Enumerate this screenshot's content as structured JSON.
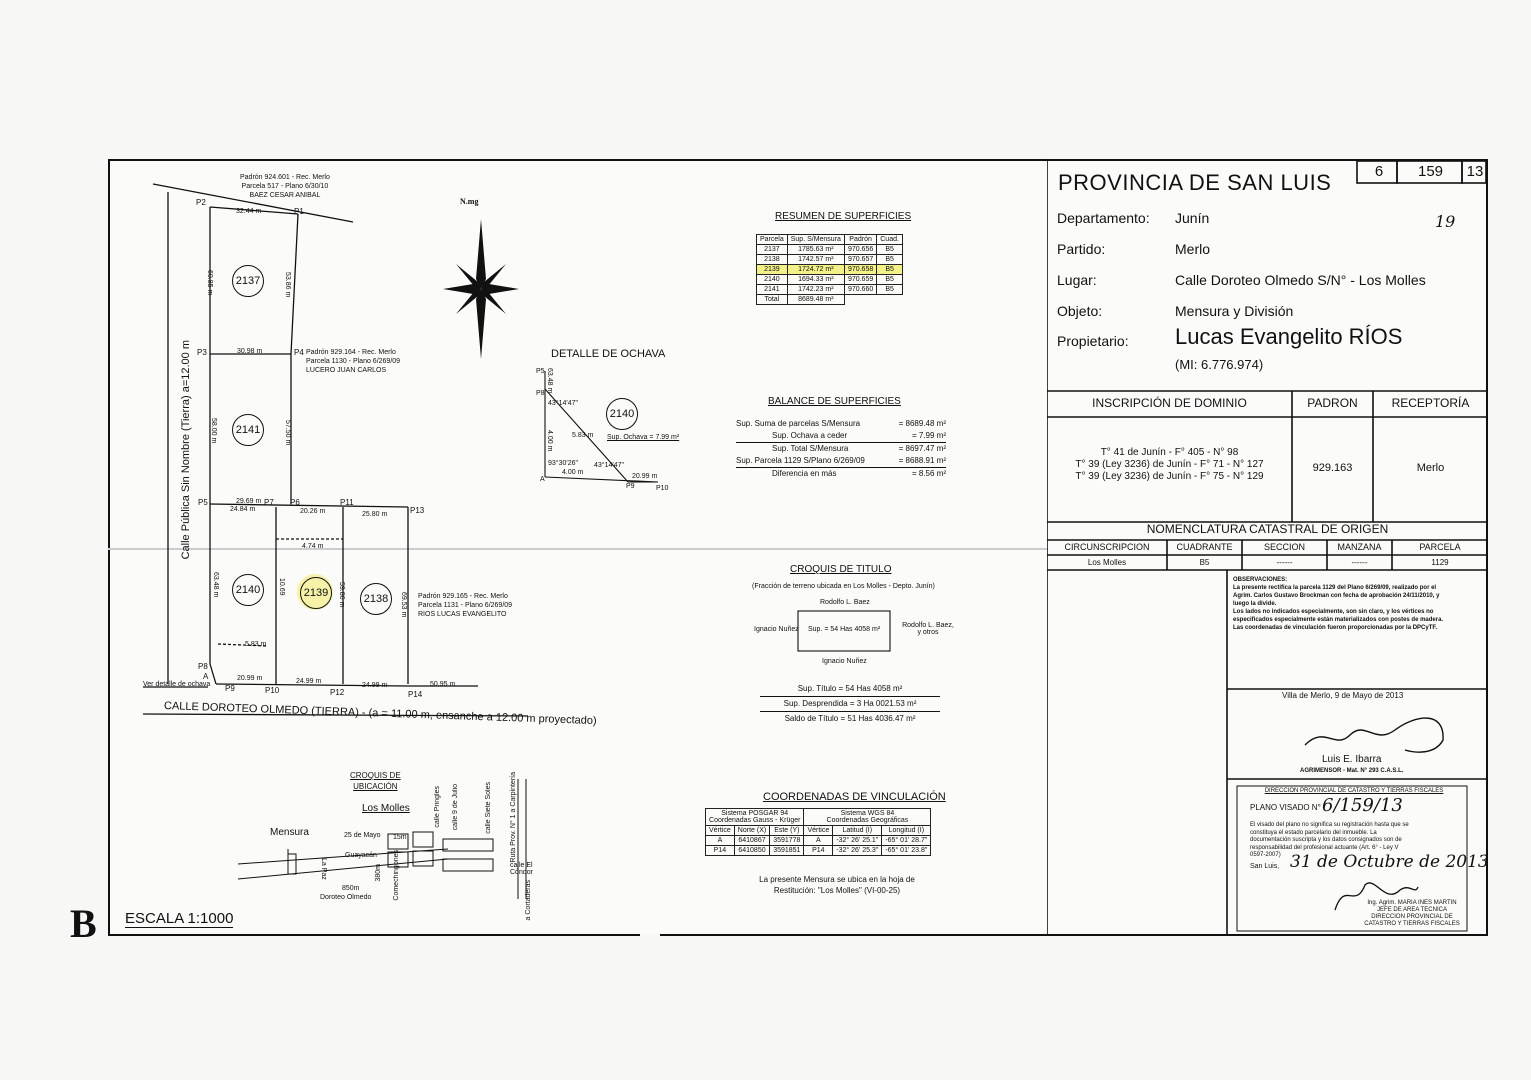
{
  "sheet_letter": "B",
  "escala": "ESCALA 1:1000",
  "north": "N.mg",
  "header": {
    "province": "PROVINCIA DE SAN LUIS",
    "code": [
      "6",
      "159",
      "13"
    ],
    "handwritten": "19",
    "rows": [
      {
        "label": "Departamento:",
        "value": "Junín"
      },
      {
        "label": "Partido:",
        "value": "Merlo"
      },
      {
        "label": "Lugar:",
        "value": "Calle Doroteo Olmedo S/N° - Los Molles"
      },
      {
        "label": "Objeto:",
        "value": "Mensura y División"
      }
    ],
    "owner_label": "Propietario:",
    "owner": "Lucas Evangelito RÍOS",
    "owner_id": "(MI: 6.776.974)"
  },
  "dominio": {
    "h1": "INSCRIPCIÓN DE DOMINIO",
    "h2": "PADRON",
    "h3": "RECEPTORÍA",
    "lines": [
      "T° 41 de Junín - F° 405 - N° 98",
      "T° 39 (Ley 3236) de Junín - F° 71 - N° 127",
      "T° 39 (Ley 3236) de Junín - F° 75 - N° 129"
    ],
    "padron": "929.163",
    "receptoria": "Merlo"
  },
  "nomenclatura": {
    "title": "NOMENCLATURA CATASTRAL DE ORIGEN",
    "headers": [
      "CIRCUNSCRIPCION",
      "CUADRANTE",
      "SECCION",
      "MANZANA",
      "PARCELA"
    ],
    "values": [
      "Los Molles",
      "B5",
      "------",
      "------",
      "1129"
    ]
  },
  "observaciones": {
    "title": "OBSERVACIONES:",
    "lines": [
      "La presente rectifica la parcela 1129 del Plano 6/269/09, realizado por el",
      "Agrim. Carlos Gustavo Brockman con fecha de aprobación 24/11/2010, y",
      "luego la divide.",
      "Los lados no indicados especialmente, son sin claro, y los vértices no",
      "especificados especialmente están materializados con postes de madera.",
      "Las coordenadas de vinculación fueron proporcionadas por la DPCyTF."
    ]
  },
  "firma": {
    "place_date": "Villa de Merlo, 9 de Mayo de 2013",
    "name": "Luis E. Ibarra",
    "title": "AGRIMENSOR - Mat. N° 293 C.A.S.L."
  },
  "stamp": {
    "line1": "DIRECCION PROVINCIAL DE CATASTRO Y TIERRAS FISCALES",
    "visado_label": "PLANO VISADO N°",
    "visado_num": "6/159/13",
    "text": [
      "El visado del plano no significa su registración hasta que se",
      "constituya el estado parcelario del inmueble. La",
      "documentación suscripta y los datos consignados son de",
      "responsabilidad del profesional actuante (Art. 6° - Ley V",
      "0597-2007)"
    ],
    "place": "San Luis,",
    "date": "31 de Octubre de 2013",
    "signer": [
      "Ing. Agrim. MARIA INES MARTIN",
      "JEFE DE AREA TECNICA",
      "DIRECCION PROVINCIAL DE",
      "CATASTRO Y TIERRAS FISCALES"
    ]
  },
  "resumen": {
    "title": "RESUMEN DE SUPERFICIES",
    "headers": [
      "Parcela",
      "Sup. S/Mensura",
      "Padrón",
      "Cuad."
    ],
    "rows": [
      [
        "2137",
        "1785.63 m²",
        "970.656",
        "B5"
      ],
      [
        "2138",
        "1742.57 m²",
        "970.657",
        "B5"
      ],
      [
        "2139",
        "1724.72 m²",
        "970.658",
        "B5"
      ],
      [
        "2140",
        "1694.33 m²",
        "970.659",
        "B5"
      ],
      [
        "2141",
        "1742.23 m²",
        "970.660",
        "B5"
      ]
    ],
    "total_label": "Total",
    "total": "8689.48 m²"
  },
  "balance": {
    "title": "BALANCE DE SUPERFICIES",
    "rows": [
      [
        "Sup. Suma de parcelas S/Mensura",
        "= 8689.48 m²"
      ],
      [
        "Sup. Ochava a ceder",
        "= 7.99 m²"
      ],
      [
        "Sup. Total S/Mensura",
        "= 8697.47 m²"
      ],
      [
        "Sup. Parcela 1129 S/Plano 6/269/09",
        "= 8688.91 m²"
      ],
      [
        "Diferencia en más",
        "= 8.56 m²"
      ]
    ]
  },
  "ochava": {
    "title": "DETALLE DE OCHAVA",
    "parcel": "2140",
    "sup": "Sup. Ochava = 7.99 m²",
    "labels": [
      "P5",
      "P8",
      "A",
      "P9",
      "P10",
      "63.48 m",
      "4.00 m",
      "5.83 m",
      "4.00 m",
      "20.99 m",
      "43°14'47\"",
      "43°14'47\"",
      "93°30'26\""
    ]
  },
  "croquis_titulo": {
    "title": "CROQUIS DE TITULO",
    "subtitle": "(Fracción de terreno ubicada en Los Molles - Depto. Junín)",
    "north": "Rodolfo L. Baez",
    "west": "Ignacio Nuñez",
    "box": "Sup. = 54 Has 4058 m²",
    "east": "Rodolfo L. Baez, y otros",
    "south": "Ignacio Nuñez",
    "lines": [
      "Sup. Título = 54 Has 4058 m²",
      "Sup. Desprendida = 3 Ha 0021.53 m²",
      "Saldo de Título = 51 Has 4036.47 m²"
    ]
  },
  "coordenadas": {
    "title": "COORDENADAS DE VINCULACIÓN",
    "sys1": "Sistema POSGAR 94",
    "sys1b": "Coordenadas Gauss - Krüger",
    "sys2": "Sistema WGS 84",
    "sys2b": "Coordenadas Geográficas",
    "headers": [
      "Vértice",
      "Norte (X)",
      "Este (Y)",
      "Vértice",
      "Latitud (I)",
      "Longitud (I)"
    ],
    "rows": [
      [
        "A",
        "6410867",
        "3591778",
        "A",
        "-32° 26' 25.1\"",
        "-65° 01' 28.7\""
      ],
      [
        "P14",
        "6410850",
        "3591851",
        "P14",
        "-32° 26' 25.3\"",
        "-65° 01' 23.8\""
      ]
    ],
    "note1": "La presente Mensura se ubica en la hoja de",
    "note2": "Restitución: \"Los Molles\" (VI-00-25)"
  },
  "ubicacion": {
    "title1": "CROQUIS DE",
    "title2": "UBICACIÓN",
    "place": "Los Molles",
    "labels": [
      "Mensura",
      "25 de Mayo",
      "Guayacán",
      "La Paz",
      "850m",
      "Doroteo Olmedo",
      "380m",
      "Comechingones",
      "calle Pringles",
      "calle 9 de Julio",
      "calle Siete Soles",
      "Ruta Prov. N° 1 a Carpintería",
      "calle El Cóndor",
      "a Cortaderas",
      "15m"
    ]
  },
  "plano": {
    "parcels": [
      "2137",
      "2141",
      "2140",
      "2139",
      "2138"
    ],
    "neighbor_top": [
      "Padrón 924.601 - Rec. Merlo",
      "Parcela 517 - Plano 6/30/10",
      "BAEZ CESAR ANIBAL"
    ],
    "neighbor_mid": [
      "Padrón 929.164 - Rec. Merlo",
      "Parcela 1130 - Plano 6/269/09",
      "LUCERO JUAN CARLOS"
    ],
    "neighbor_right": [
      "Padrón 929.165 - Rec. Merlo",
      "Parcela 1131 - Plano 6/269/09",
      "RIOS LUCAS EVANGELITO"
    ],
    "street_west": "Calle Pública Sin Nombre (Tierra) a=12.00 m",
    "street_south": "CALLE DOROTEO OLMEDO (TIERRA) - (a = 11.00 m, ensanche a 12.00 m proyectado)",
    "ochava_note": "Ver detalle de ochava",
    "points": [
      "P1",
      "P2",
      "P3",
      "P4",
      "P5",
      "P7",
      "P6",
      "P11",
      "P13",
      "P8",
      "A",
      "P9",
      "P10",
      "P12",
      "P14"
    ],
    "dims": [
      "32.44 m",
      "30.98 m",
      "29.69 m",
      "24.84 m",
      "20.26 m",
      "25.80 m",
      "4.74 m",
      "5.83 m",
      "20.99 m",
      "24.99 m",
      "24.99 m",
      "50.95 m",
      "60.85 m",
      "53.86 m",
      "58.00 m",
      "57.50 m",
      "63.48 m",
      "10.69",
      "59.86 m",
      "69.53 m"
    ]
  }
}
